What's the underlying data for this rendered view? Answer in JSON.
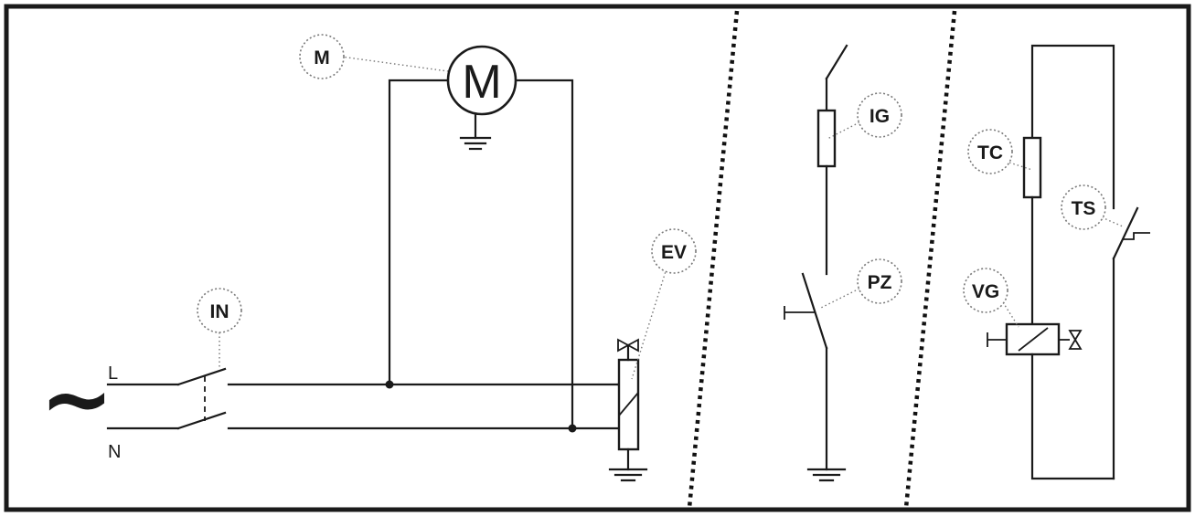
{
  "components": {
    "motor": {
      "tag": "M",
      "symbol": "M"
    },
    "main_switch": {
      "tag": "IN"
    },
    "solenoid_valve": {
      "tag": "EV"
    },
    "ignitor": {
      "tag": "IG"
    },
    "piezo": {
      "tag": "PZ"
    },
    "thermocouple": {
      "tag": "TC"
    },
    "safety_thermostat": {
      "tag": "TS"
    },
    "gas_valve": {
      "tag": "VG"
    }
  },
  "supply": {
    "line_label": "L",
    "neutral_label": "N",
    "ac_symbol": "~"
  }
}
